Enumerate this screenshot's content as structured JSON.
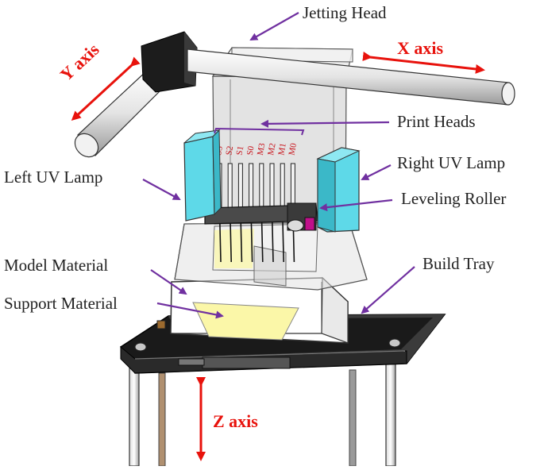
{
  "labels": {
    "jetting_head": "Jetting Head",
    "x_axis": "X axis",
    "y_axis": "Y axis",
    "z_axis": "Z axis",
    "print_heads": "Print Heads",
    "left_uv_lamp": "Left UV Lamp",
    "right_uv_lamp": "Right UV Lamp",
    "leveling_roller": "Leveling Roller",
    "model_material": "Model Material",
    "build_tray": "Build Tray",
    "support_material": "Support Material"
  },
  "head_labels": [
    "S3",
    "S2",
    "S1",
    "S0",
    "M3",
    "M2",
    "M1",
    "M0"
  ],
  "colors": {
    "annotation_arrow": "#7030a0",
    "axis_arrow": "#e8120c",
    "uv_lamp": "#5ed9e8",
    "support_material": "#fbf7a8",
    "head_label_text": "#c8141c"
  }
}
